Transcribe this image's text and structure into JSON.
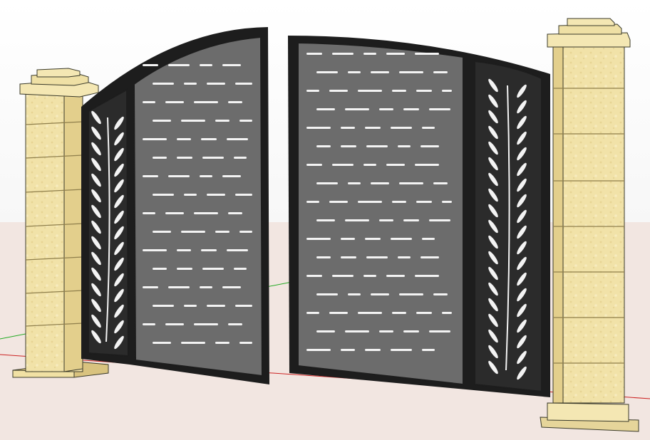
{
  "scene": {
    "subject": "gate-3d-model",
    "colors": {
      "sky": "#ffffff",
      "ground": "#f2e6e1",
      "frame": "#1d1d1d",
      "panel": "#6c6c6c",
      "side_panel": "#2b2b2b",
      "stone_light": "#f4e7b3",
      "stone_mid": "#e6d59a",
      "stone_dark": "#b9a66c",
      "stone_edge": "#3a3a2a",
      "axis_red": "#cc2222",
      "axis_green": "#22aa22"
    },
    "items": {
      "left_pillar": "stone-pillar-left",
      "right_pillar": "stone-pillar-right",
      "left_leaf": "gate-leaf-left",
      "right_leaf": "gate-leaf-right"
    }
  }
}
